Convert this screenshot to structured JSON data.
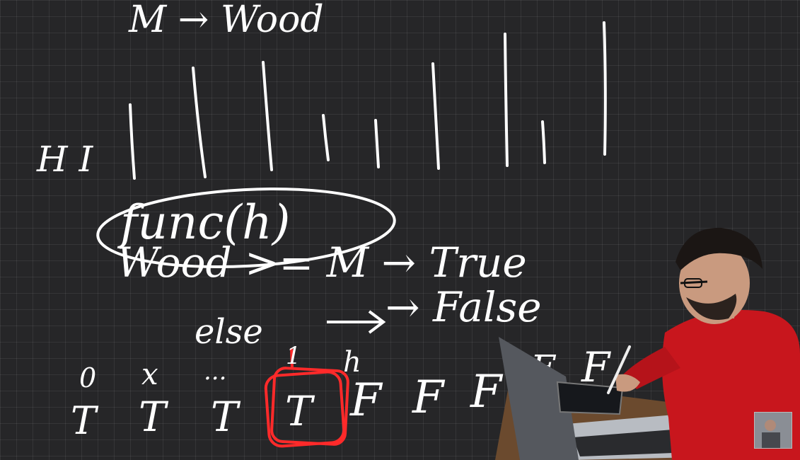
{
  "whiteboard": {
    "heading": "M → Wood",
    "array_label": "H I",
    "func": "func(h)",
    "condition": "Wood >= M → True",
    "else_line": "else",
    "false_line": "→ False",
    "index_labels": {
      "zero": "0",
      "x": "x",
      "dots": "...",
      "one": "1",
      "h": "h"
    },
    "bool_row": [
      "T",
      "T",
      "T",
      "T",
      "F",
      "F",
      "F",
      "F",
      "F"
    ],
    "ink_color": "#ffffff",
    "highlight_color": "#ff2a2a"
  },
  "overlay": {
    "person_shirt_color": "#c8161d",
    "webcam_thumbnail": "presenter-pip"
  }
}
